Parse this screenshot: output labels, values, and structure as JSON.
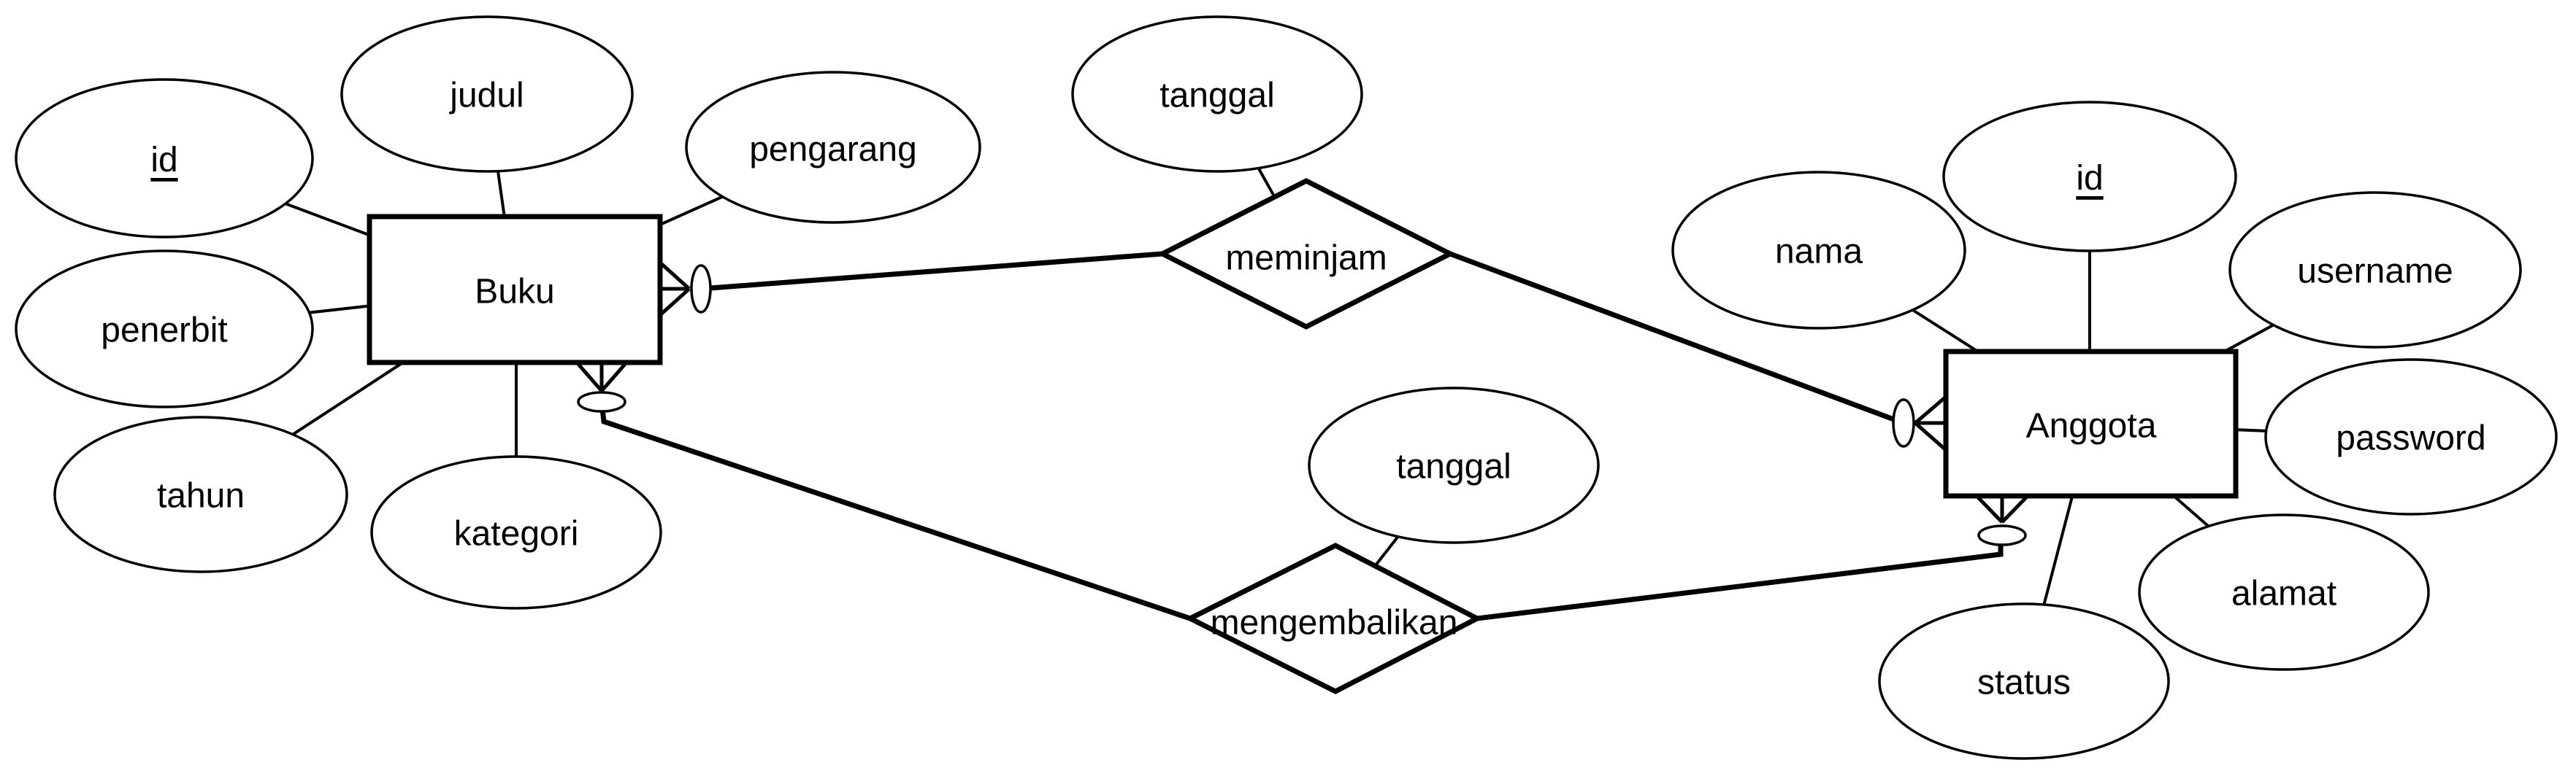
{
  "colors": {
    "line": "#000000",
    "shape_fill": "#ffffff",
    "text": "#000000",
    "background": "#ffffff"
  },
  "diagram": {
    "kind": "entity-relationship-diagram",
    "notation": "crow-foot with zero-or-many ring symbols",
    "entities": [
      {
        "name": "Buku",
        "attributes": [
          {
            "name": "id",
            "is_key": true
          },
          {
            "name": "judul",
            "is_key": false
          },
          {
            "name": "pengarang",
            "is_key": false
          },
          {
            "name": "penerbit",
            "is_key": false
          },
          {
            "name": "tahun",
            "is_key": false
          },
          {
            "name": "kategori",
            "is_key": false
          }
        ]
      },
      {
        "name": "Anggota",
        "attributes": [
          {
            "name": "id",
            "is_key": true
          },
          {
            "name": "nama",
            "is_key": false
          },
          {
            "name": "username",
            "is_key": false
          },
          {
            "name": "password",
            "is_key": false
          },
          {
            "name": "alamat",
            "is_key": false
          },
          {
            "name": "status",
            "is_key": false
          }
        ]
      }
    ],
    "relationships": [
      {
        "name": "meminjam",
        "between": [
          "Buku",
          "Anggota"
        ],
        "attributes": [
          {
            "name": "tanggal"
          }
        ],
        "cardinality": {
          "Buku": "zero-or-many",
          "Anggota": "zero-or-many"
        }
      },
      {
        "name": "mengembalikan",
        "between": [
          "Buku",
          "Anggota"
        ],
        "attributes": [
          {
            "name": "tanggal"
          }
        ],
        "cardinality": {
          "Buku": "zero-or-many",
          "Anggota": "zero-or-many"
        }
      }
    ]
  }
}
